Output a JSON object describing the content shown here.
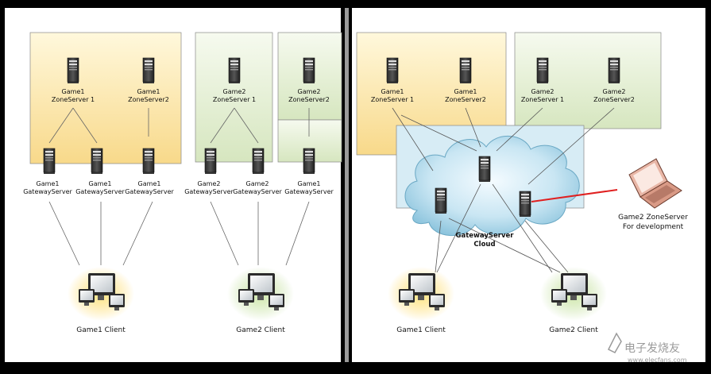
{
  "left_panel": {
    "game1_zone1": [
      "Game1",
      "ZoneServer 1"
    ],
    "game1_zone2": [
      "Game1",
      "ZoneServer2"
    ],
    "game2_zone1": [
      "Game2",
      "ZoneServer 1"
    ],
    "game2_zone2": [
      "Game2",
      "ZoneServer2"
    ],
    "gw_g1_a": [
      "Game1",
      "GatewayServer"
    ],
    "gw_g1_b": [
      "Game1",
      "GatewayServer"
    ],
    "gw_g1_c": [
      "Game1",
      "GatewayServer"
    ],
    "gw_g2_a": [
      "Game2",
      "GatewayServer"
    ],
    "gw_g2_b": [
      "Game2",
      "GatewayServer"
    ],
    "gw_g1_d": [
      "Game1",
      "GatewayServer"
    ],
    "client1": "Game1 Client",
    "client2": "Game2 Client"
  },
  "right_panel": {
    "game1_zone1": [
      "Game1",
      "ZoneServer 1"
    ],
    "game1_zone2": [
      "Game1",
      "ZoneServer2"
    ],
    "game2_zone1": [
      "Game2",
      "ZoneServer 1"
    ],
    "game2_zone2": [
      "Game2",
      "ZoneServer2"
    ],
    "cloud_label": [
      "GatewayServer",
      "Cloud"
    ],
    "dev_label": [
      "Game2 ZoneServer",
      "For development"
    ],
    "client1": "Game1 Client",
    "client2": "Game2 Client"
  },
  "watermark": {
    "cn": "电子发烧友",
    "url": "www.elecfans.com"
  },
  "colors": {
    "game1_zone": "#fbe6a8",
    "game2_zone": "#dfeacb",
    "cloud": "#bfe0ee",
    "link_dev": "#e02020"
  }
}
